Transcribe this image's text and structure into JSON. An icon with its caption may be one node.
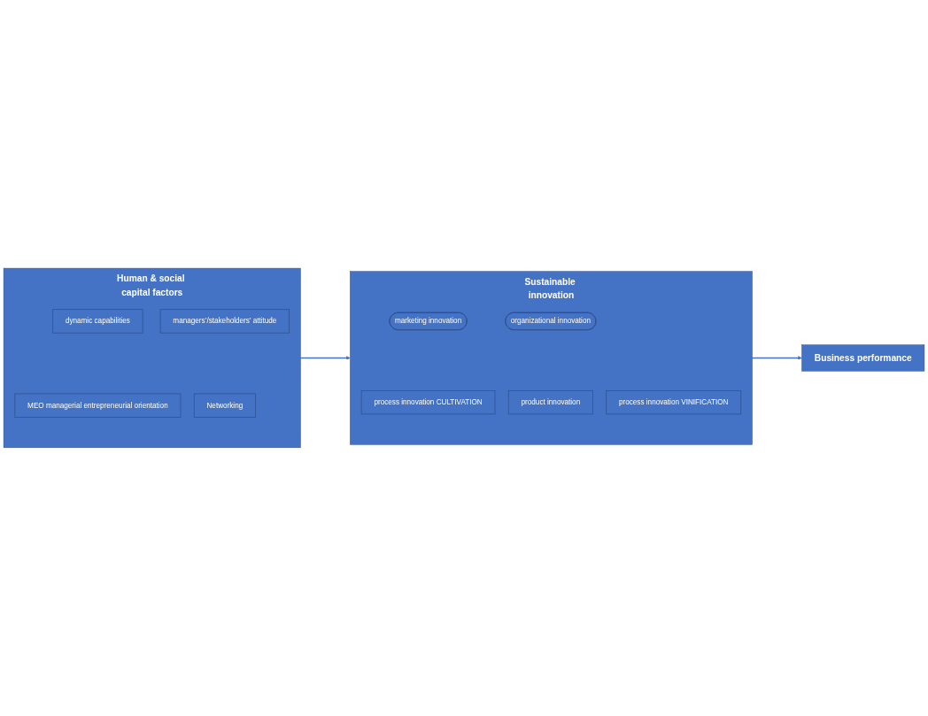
{
  "diagram": {
    "nodes": [
      {
        "text": [
          "Human & social capital factors"
        ]
      },
      {
        "text": [
          "dynamic capabilities"
        ],
        "in": 0
      },
      {
        "text": [
          "MEO managerial entrepreneurial orientation"
        ],
        "in": 0
      },
      {
        "text": [
          "managers’/stakeholders’ attitude"
        ],
        "in": 0
      },
      {
        "text": [
          "Networking"
        ],
        "in": 0
      },
      {
        "text": [
          "Sustainable innovation"
        ]
      },
      {
        "text": [
          "marketing innovation"
        ],
        "in": 5
      },
      {
        "text": [
          "organizational innovation"
        ],
        "in": 5
      },
      {
        "text": [
          "process innovation CULTIVATION"
        ],
        "in": 5
      },
      {
        "text": [
          "process innovation VINIFICATION"
        ],
        "in": 5
      },
      {
        "text": [
          "product innovation"
        ],
        "in": 5
      },
      {
        "text": [
          "Business performance"
        ]
      }
    ],
    "edges": [
      {
        "from": 0,
        "to": 5,
        "arrow": "to"
      },
      {
        "from": 5,
        "to": 11,
        "arrow": "to"
      }
    ]
  }
}
